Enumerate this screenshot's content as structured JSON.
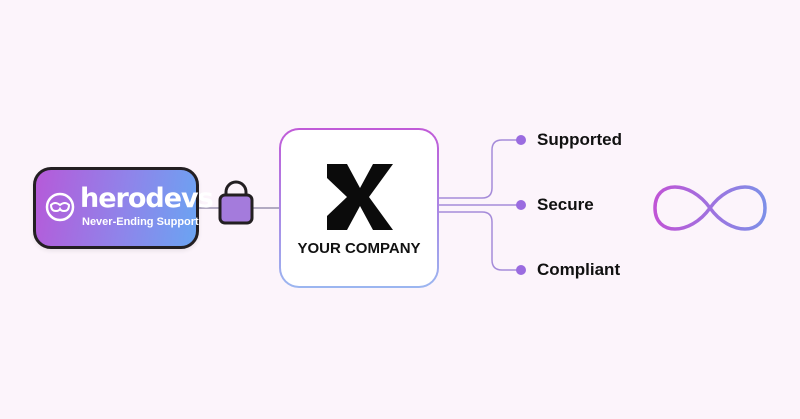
{
  "badge": {
    "brand": "herodevs",
    "tagline": "Never-Ending Support",
    "logo_icon": "herodevs-mask-icon"
  },
  "lock": {
    "icon": "lock-icon"
  },
  "company": {
    "logo_icon": "company-k-logo-icon",
    "name": "YOUR COMPANY"
  },
  "outcomes": [
    {
      "label": "Supported"
    },
    {
      "label": "Secure"
    },
    {
      "label": "Compliant"
    }
  ],
  "infinity": {
    "icon": "infinity-icon"
  },
  "colors": {
    "background": "#fcf4fb",
    "purple": "#b65ad9",
    "blue": "#6aa4f2",
    "connector": "#8a86c8",
    "dot": "#9a6be0",
    "dark": "#231f22"
  }
}
